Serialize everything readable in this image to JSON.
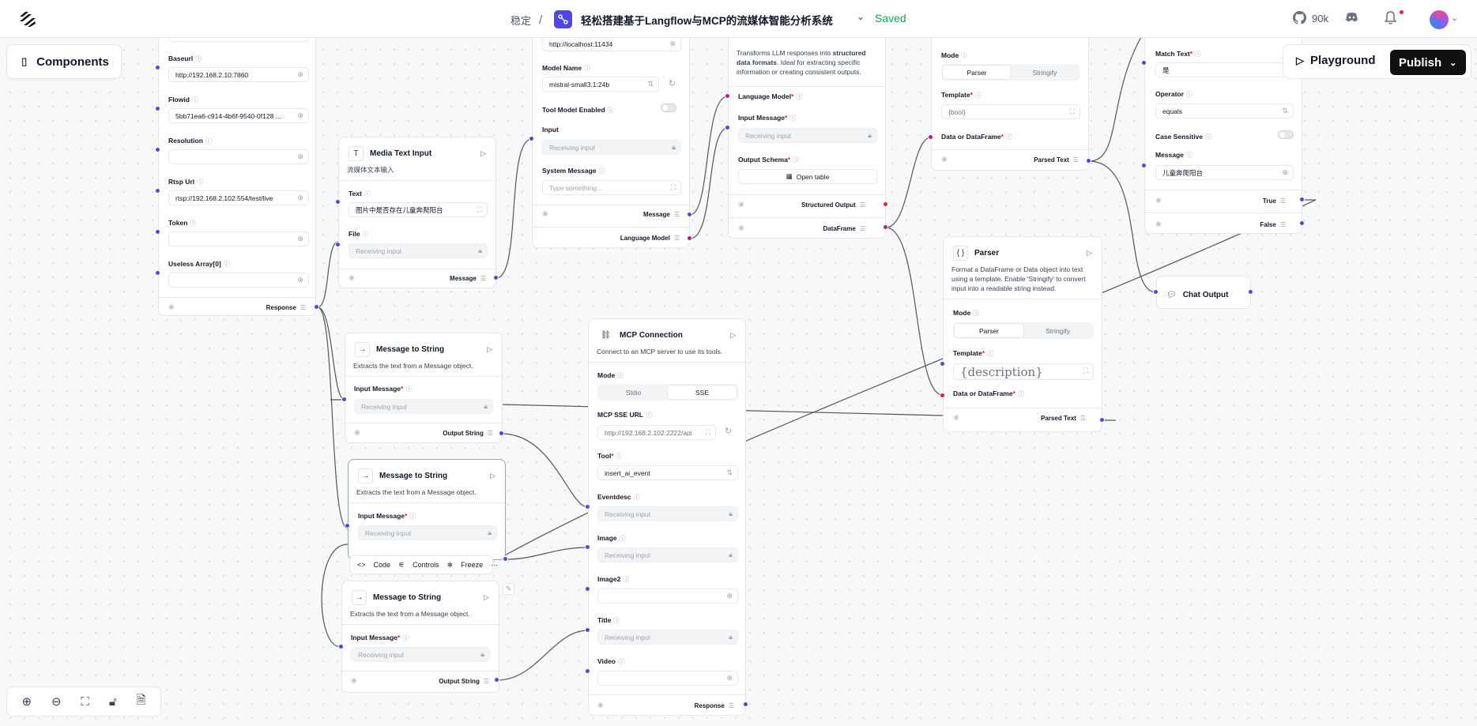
{
  "topbar": {
    "breadcrumb_folder": "稳定",
    "breadcrumb_sep": "/",
    "flow_name": "轻松搭建基于Langflow与MCP的流媒体智能分析系统",
    "save_status": "Saved",
    "github_stars": "90k",
    "icons": {
      "logo": "langflow-logo-icon",
      "github": "github-icon",
      "discord": "discord-icon",
      "bell": "bell-icon",
      "avatar": "avatar"
    }
  },
  "components_button": "Components",
  "playground_button": "Playground",
  "publish_button": "Publish",
  "nodes": {
    "api": {
      "baseurl_label": "Baseurl",
      "baseurl_value": "http://192.168.2.10:7860",
      "flowid_label": "Flowid",
      "flowid_value": "5bb71ea6-c914-4b6f-9540-0f128 ...",
      "resolution_label": "Resolution",
      "resolution_value": "",
      "rtsp_label": "Rtsp Url",
      "rtsp_value": "rtsp://192.168.2.102:554/test/live",
      "token_label": "Token",
      "useless_label": "Useless Array[0]",
      "output": "Response"
    },
    "media": {
      "title": "Media Text Input",
      "desc": "流媒体文本输入",
      "text_label": "Text",
      "text_value": "图片中是否存在儿童奔爬阳台",
      "file_label": "File",
      "file_placeholder": "Receiving input",
      "output": "Message"
    },
    "ollama": {
      "url_value": "http://localhost:11434",
      "model_label": "Model Name",
      "model_value": "mistral-small3.1:24b",
      "tool_label": "Tool Model Enabled",
      "input_label": "Input",
      "input_placeholder": "Receiving input",
      "sys_label": "System Message",
      "sys_placeholder": "Type something...",
      "out1": "Message",
      "out2": "Language Model"
    },
    "structured": {
      "desc1": "Transforms LLM responses into ",
      "desc_bold": "structured data formats",
      "desc2": ". Ideal for extracting specific information or creating consistent outputs.",
      "lm_label": "Language Model",
      "im_label": "Input Message",
      "im_placeholder": "Receiving input",
      "schema_label": "Output Schema",
      "schema_button": "Open table",
      "out1": "Structured Output",
      "out2": "DataFrame"
    },
    "parser_top": {
      "mode_label": "Mode",
      "mode_opt1": "Parser",
      "mode_opt2": "Stringify",
      "template_label": "Template",
      "template_value": "{bool}",
      "data_label": "Data or DataFrame",
      "output": "Parsed Text"
    },
    "ifelse": {
      "match_label": "Match Text",
      "match_value": "是",
      "operator_label": "Operator",
      "operator_value": "equals",
      "case_label": "Case Sensitive",
      "message_label": "Message",
      "message_value": "儿童奔爬阳台",
      "out_true": "True",
      "out_false": "False"
    },
    "parser2": {
      "title": "Parser",
      "desc": "Format a DataFrame or Data object into text using a template. Enable 'Stringify' to convert input into a readable string instead.",
      "mode_label": "Mode",
      "mode_opt1": "Parser",
      "mode_opt2": "Stringify",
      "template_label": "Template",
      "template_value": "{description}",
      "data_label": "Data or DataFrame",
      "output": "Parsed Text"
    },
    "chat": {
      "title": "Chat Output"
    },
    "mts1": {
      "title": "Message to String",
      "desc": "Extracts the text from a Message object.",
      "in_label": "Input Message",
      "in_placeholder": "Receiving input",
      "output": "Output String"
    },
    "mts2": {
      "title": "Message to String",
      "desc": "Extracts the text from a Message object.",
      "in_label": "Input Message",
      "in_placeholder": "Receiving input"
    },
    "mts3": {
      "title": "Message to String",
      "desc": "Extracts the text from a Message object.",
      "in_label": "Input Message",
      "in_placeholder": "Receiving input",
      "output": "Output String"
    },
    "mcp": {
      "title": "MCP Connection",
      "desc": "Connect to an MCP server to use its tools.",
      "mode_label": "Mode",
      "mode_opt1": "Stdio",
      "mode_opt2": "SSE",
      "url_label": "MCP SSE URL",
      "url_value": "http://192.168.2.102:2222/api",
      "tool_label": "Tool",
      "tool_value": "insert_ai_event",
      "eventdesc_label": "Eventdesc",
      "eventdesc_placeholder": "Receiving input",
      "image_label": "Image",
      "image_placeholder": "Receiving input",
      "image2_label": "Image2",
      "title_label": "Title",
      "title_placeholder": "Receiving input",
      "video_label": "Video",
      "output": "Response"
    }
  },
  "node_toolbar": {
    "code": "Code",
    "controls": "Controls",
    "freeze": "Freeze",
    "more": "⋯"
  },
  "zoom_icons": [
    "zoom-in-icon",
    "zoom-out-icon",
    "fit-view-icon",
    "lock-icon",
    "note-icon"
  ],
  "colors": {
    "port_blue": "#4f46e5",
    "port_magenta": "#d2117d",
    "port_red": "#e11d48",
    "publish_bg": "#111111",
    "saved_green": "#16a34a",
    "flow_icon_bg": "#4f46e5"
  }
}
